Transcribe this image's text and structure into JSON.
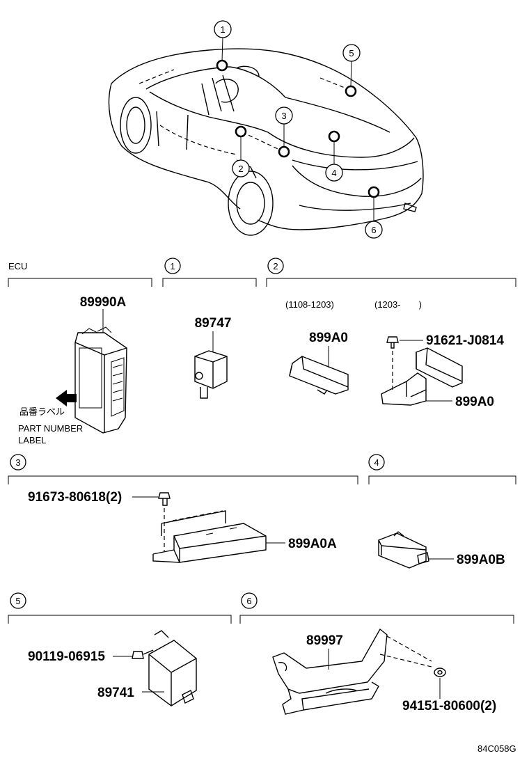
{
  "header": {
    "callouts": [
      "1",
      "2",
      "3",
      "4",
      "5",
      "6"
    ]
  },
  "sections": {
    "ecu": {
      "title": "ECU",
      "part": "89990A",
      "label_jp": "品番ラベル",
      "label_en1": "PART NUMBER",
      "label_en2": "LABEL"
    },
    "s1": {
      "num": "1",
      "part": "89747"
    },
    "s2": {
      "num": "2",
      "range_a": "(1108-1203)",
      "range_b": "(1203-　　)",
      "part_a": "899A0",
      "bolt": "91621-J0814",
      "part_b": "899A0"
    },
    "s3": {
      "num": "3",
      "bolt": "91673-80618(2)",
      "part": "899A0A"
    },
    "s4": {
      "num": "4",
      "part": "899A0B"
    },
    "s5": {
      "num": "5",
      "bolt": "90119-06915",
      "part": "89741"
    },
    "s6": {
      "num": "6",
      "part": "89997",
      "nut": "94151-80600(2)"
    }
  },
  "footer": {
    "code": "84C058G"
  },
  "icons": [
    "callout-circle",
    "arrow-icon",
    "bolt-icon",
    "nut-icon"
  ]
}
